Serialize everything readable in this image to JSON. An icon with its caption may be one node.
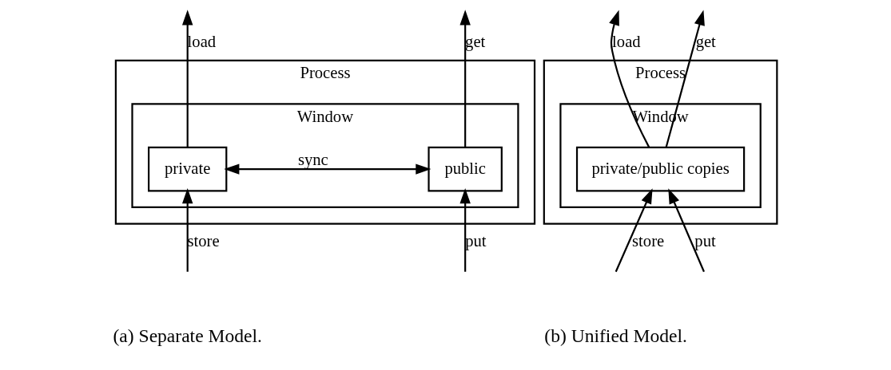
{
  "diagram": {
    "nodes": [
      {
        "text": [
          "Process"
        ]
      },
      {
        "text": [
          "Window"
        ],
        "in": 0
      },
      {
        "text": [
          "private"
        ],
        "in": 1
      },
      {
        "text": [
          "public"
        ],
        "in": 1
      },
      {
        "text": [
          "Process"
        ]
      },
      {
        "text": [
          "Window"
        ],
        "in": 4
      },
      {
        "text": [
          "private/public copies"
        ],
        "in": 5
      }
    ],
    "edges": [
      {
        "from": 2,
        "to": null,
        "arrow": "to",
        "label": "load"
      },
      {
        "from": 3,
        "to": null,
        "arrow": "to",
        "label": "get"
      },
      {
        "from": 2,
        "to": 3,
        "arrow": "both",
        "label": "sync"
      },
      {
        "from": null,
        "to": 2,
        "arrow": "to",
        "label": "store"
      },
      {
        "from": null,
        "to": 3,
        "arrow": "to",
        "label": "put"
      },
      {
        "from": 6,
        "to": null,
        "arrow": "to",
        "label": "load"
      },
      {
        "from": 6,
        "to": null,
        "arrow": "to",
        "label": "get"
      },
      {
        "from": null,
        "to": 6,
        "arrow": "to",
        "label": "store"
      },
      {
        "from": null,
        "to": 6,
        "arrow": "to",
        "label": "put"
      }
    ],
    "labels": [
      "(a) Separate Model.",
      "(b) Unified Model."
    ]
  }
}
